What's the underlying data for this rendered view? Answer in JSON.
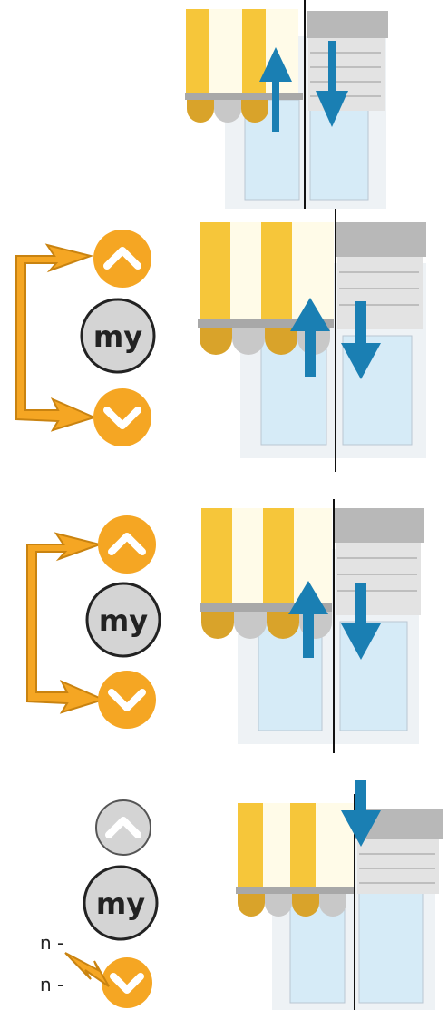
{
  "colors": {
    "awning_yellow": "#f6c63a",
    "awning_light": "#fde9a6",
    "button_orange": "#f5a623",
    "button_grey": "#d4d4d4",
    "arrow_blue": "#1a7fb3",
    "shutter_grey": "#c8c8c8",
    "glass_blue": "#d6ebf7",
    "frame_white": "#f4f6f8"
  },
  "buttons": {
    "up_icon": "chevron-up-icon",
    "my_label": "my",
    "down_icon": "chevron-down-icon"
  },
  "steps": [
    {
      "buttons_shown": false
    },
    {
      "buttons_shown": true,
      "pressed": [
        "up",
        "down"
      ]
    },
    {
      "buttons_shown": true,
      "pressed": [
        "up",
        "down"
      ]
    },
    {
      "buttons_shown": true,
      "pressed": [
        "down"
      ],
      "up_inactive": true
    }
  ],
  "side_text": [
    "n -",
    "n -"
  ]
}
